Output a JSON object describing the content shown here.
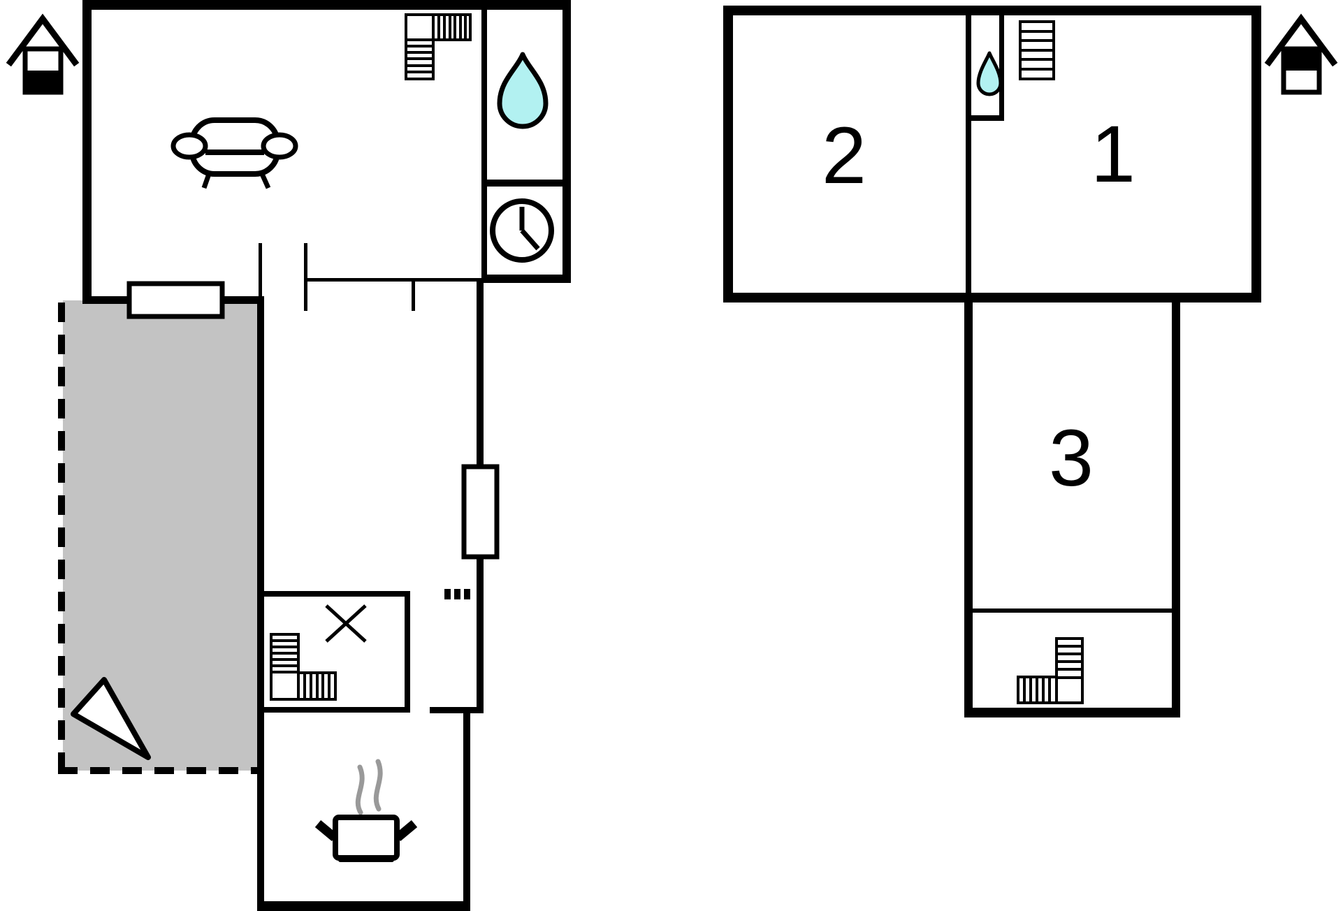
{
  "colors": {
    "wall": "#000000",
    "background": "#ffffff",
    "terrace_fill": "#c3c3c3",
    "water_drop_fill": "#b2f1f1",
    "steam_stroke": "#999999"
  },
  "ground_floor": {
    "level_indicator": "lower-level-highlighted",
    "icons": [
      "house-ground-floor-icon",
      "sofa-icon",
      "stairs-icon",
      "water-drop-icon",
      "clock-icon",
      "window-symbol",
      "north-arrow-icon",
      "table-cross-icon",
      "stairs-icon",
      "cooking-pot-icon"
    ]
  },
  "upper_floor": {
    "level_indicator": "upper-level-highlighted",
    "rooms": [
      {
        "label": "1"
      },
      {
        "label": "2"
      },
      {
        "label": "3"
      }
    ],
    "icons": [
      "house-upper-floor-icon",
      "water-drop-icon",
      "stairs-icon",
      "stairs-icon"
    ]
  }
}
